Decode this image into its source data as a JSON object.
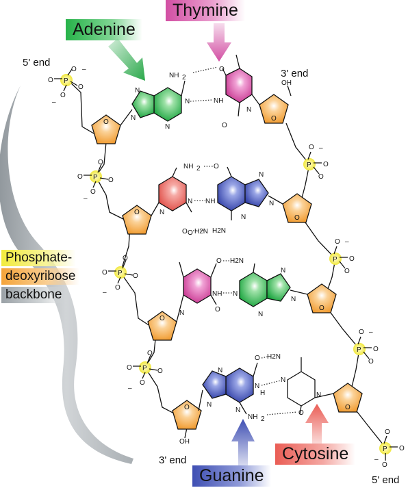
{
  "labels": {
    "adenine": "Adenine",
    "thymine": "Thymine",
    "guanine": "Guanine",
    "cytosine": "Cytosine",
    "backbone_line1": "Phosphate-",
    "backbone_line2": "deoxyribose",
    "backbone_line3": "backbone",
    "end5_top": "5' end",
    "end3_top": "3' end",
    "end3_bottom": "3' end",
    "end5_bottom": "5' end"
  },
  "atoms": {
    "P": "P",
    "O": "O",
    "N": "N",
    "OH": "OH",
    "minus": "–",
    "NH2": "NH",
    "H2N": "H2N",
    "NH": "NH",
    "H": "H",
    "sub2": "2"
  },
  "colors": {
    "adenine": "#27b34a",
    "thymine": "#d24fa3",
    "guanine": "#3f4fb3",
    "cytosine": "#ea5d55",
    "sugar": "#f5a43a",
    "phosphate": "#f2ec3e",
    "backbone_arrow": "#b9bec2"
  }
}
